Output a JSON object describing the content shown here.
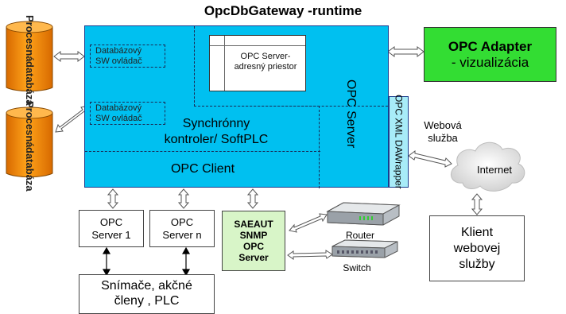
{
  "title": "OpcDbGateway -runtime",
  "database_top": {
    "line1": "Procesná",
    "line2": "databáza"
  },
  "database_bottom": {
    "line1": "Procesná",
    "line2": "databáza"
  },
  "db_driver_1": {
    "line1": "Databázový",
    "line2": "SW ovládač"
  },
  "db_driver_2": {
    "line1": "Databázový",
    "line2": "SW ovládač"
  },
  "address_space": {
    "line1": "OPC Server-",
    "line2": "adresný priestor"
  },
  "opc_server_vertical": "OPC Server",
  "xml_wrapper": {
    "line1": "OPC XML DA",
    "line2": "Wrapper"
  },
  "softplc": {
    "line1": "Synchrónny",
    "line2": "kontroler/ SoftPLC"
  },
  "opc_client": "OPC Client",
  "opc_adapter": {
    "line1": "OPC Adapter",
    "line2": "- vizualizácia"
  },
  "web_service": {
    "line1": "Webová",
    "line2": "služba"
  },
  "internet": "Internet",
  "web_client": {
    "line1": "Klient",
    "line2": "webovej",
    "line3": "služby"
  },
  "opc_server_1": {
    "line1": "OPC",
    "line2": "Server 1"
  },
  "opc_server_n": {
    "line1": "OPC",
    "line2": "Server n"
  },
  "saeaut": {
    "line1": "SAEAUT",
    "line2": "SNMP",
    "line3": "OPC",
    "line4": "Server"
  },
  "router": "Router",
  "switch": "Switch",
  "sensors": {
    "line1": "Snímače, akčné",
    "line2": "členy , PLC"
  },
  "colors": {
    "main_cyan": "#00c0f0",
    "wrapper_cyan": "#a8ecf8",
    "cylinder_orange": "#ff8c00",
    "adapter_green": "#33dd33",
    "saeaut_green": "#d8f5c8"
  }
}
